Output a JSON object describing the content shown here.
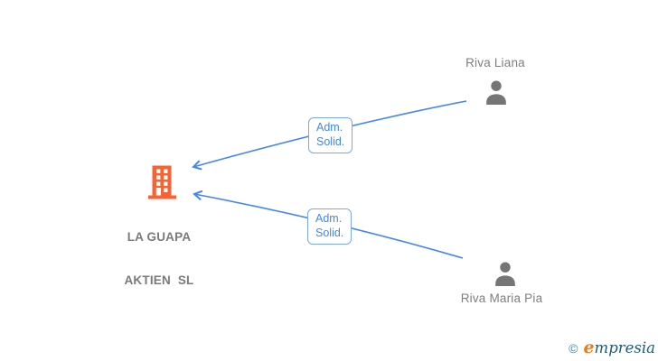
{
  "diagram": {
    "company": {
      "name_line1": "LA GUAPA",
      "name_line2": "AKTIEN  SL"
    },
    "persons": [
      {
        "name": "Riva Liana"
      },
      {
        "name": "Riva Maria Pia"
      }
    ],
    "relations": [
      {
        "line1": "Adm.",
        "line2": "Solid."
      },
      {
        "line1": "Adm.",
        "line2": "Solid."
      }
    ]
  },
  "watermark": {
    "copyright_symbol": "©",
    "brand_initial": "e",
    "brand_rest": "mpresia"
  },
  "colors": {
    "arrow_blue": "#4285f4",
    "box_border_blue": "#79a7f0",
    "box_text_blue": "#4285f4",
    "building_orange": "#f96334",
    "person_gray": "#757575",
    "label_gray": "#7e7e7e",
    "brand_orange": "#ee7b18",
    "brand_teal": "#1e5c7a",
    "copyright_teal": "#45809b",
    "background": "#ffffff"
  }
}
